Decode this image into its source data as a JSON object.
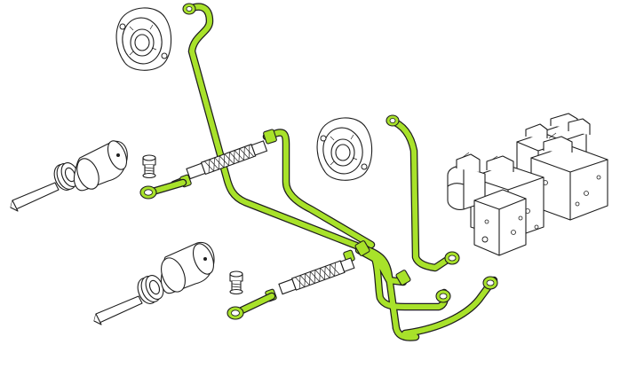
{
  "diagram": {
    "highlight_color": "#a8e22a",
    "outline_color": "#1e1e1e",
    "background_color": "#ffffff",
    "components": [
      {
        "id": "camshaft-sensor-ring-top",
        "icon": "bearing-ring-icon"
      },
      {
        "id": "camshaft-sensor-ring-middle",
        "icon": "bearing-ring-icon"
      },
      {
        "id": "hydraulic-valve-block",
        "icon": "valve-block-icon"
      },
      {
        "id": "piston-assembly-upper",
        "icon": "piston-icon"
      },
      {
        "id": "piston-assembly-lower",
        "icon": "piston-icon"
      },
      {
        "id": "banjo-bolt-upper",
        "icon": "bolt-icon"
      },
      {
        "id": "banjo-bolt-lower",
        "icon": "bolt-icon"
      },
      {
        "id": "braided-hose-upper",
        "icon": "hose-icon"
      },
      {
        "id": "braided-hose-lower",
        "icon": "hose-icon"
      },
      {
        "id": "oil-feed-lines",
        "icon": "pipe-icon"
      }
    ]
  }
}
